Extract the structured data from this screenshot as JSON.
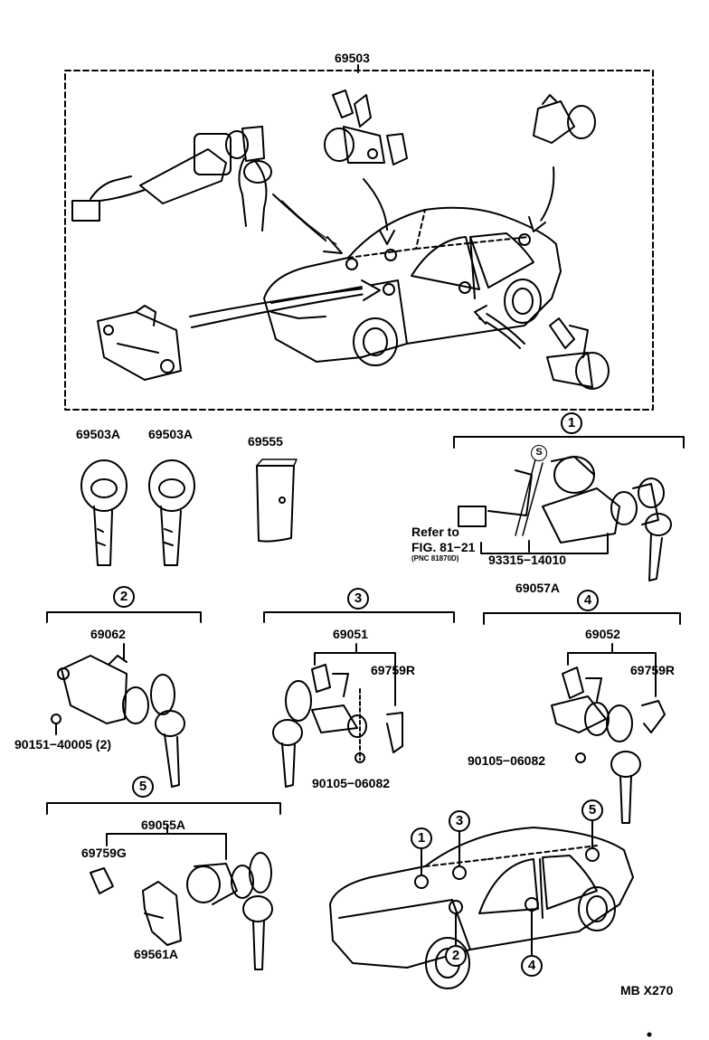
{
  "diagram": {
    "main_set": "69503",
    "key_1": "69503A",
    "key_2": "69503A",
    "plate": "69555",
    "refer_line1": "Refer to",
    "refer_line2": "FIG. 81−21",
    "refer_line3": "(PNC 81870D)",
    "part_93315": "93315−14010",
    "part_69057A": "69057A",
    "part_69062": "69062",
    "part_90151": "90151−40005 (2)",
    "part_69051": "69051",
    "part_69759R_a": "69759R",
    "part_90105_a": "90105−06082",
    "part_69052": "69052",
    "part_69759R_b": "69759R",
    "part_90105_b": "90105−06082",
    "part_69055A": "69055A",
    "part_69759G": "69759G",
    "part_69561A": "69561A",
    "circle_s": "S",
    "ref_code": "MB X270",
    "callouts": {
      "c1": "1",
      "c2": "2",
      "c3": "3",
      "c4": "4",
      "c5": "5",
      "car1": "1",
      "car2": "2",
      "car3": "3",
      "car4": "4",
      "car5": "5"
    }
  }
}
